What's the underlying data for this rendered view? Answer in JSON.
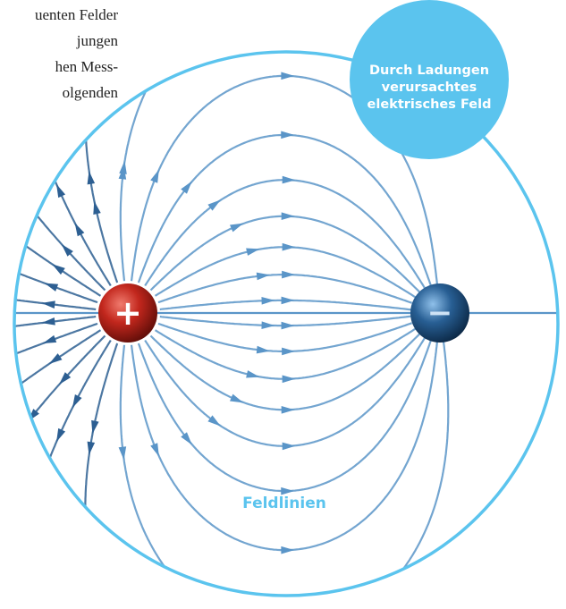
{
  "body_text": {
    "lines": [
      "uenten Felder",
      "jungen",
      "hen Mess-",
      "olgenden"
    ]
  },
  "callout": {
    "text": "Durch Ladungen verursachtes elektrisches Feld"
  },
  "caption": "Feldlinien",
  "charges": {
    "positive": {
      "symbol": "+",
      "sign": "positive"
    },
    "negative": {
      "symbol": "−",
      "sign": "negative"
    }
  },
  "colors": {
    "accent": "#5bc4ee",
    "field_line": "#5a95c8",
    "field_line_dark": "#2d5f92",
    "positive_charge": "#b3261e",
    "negative_charge": "#1f4f7d",
    "text": "#222222"
  },
  "icons": {
    "positive": "plus-charge-icon",
    "negative": "minus-charge-icon"
  }
}
